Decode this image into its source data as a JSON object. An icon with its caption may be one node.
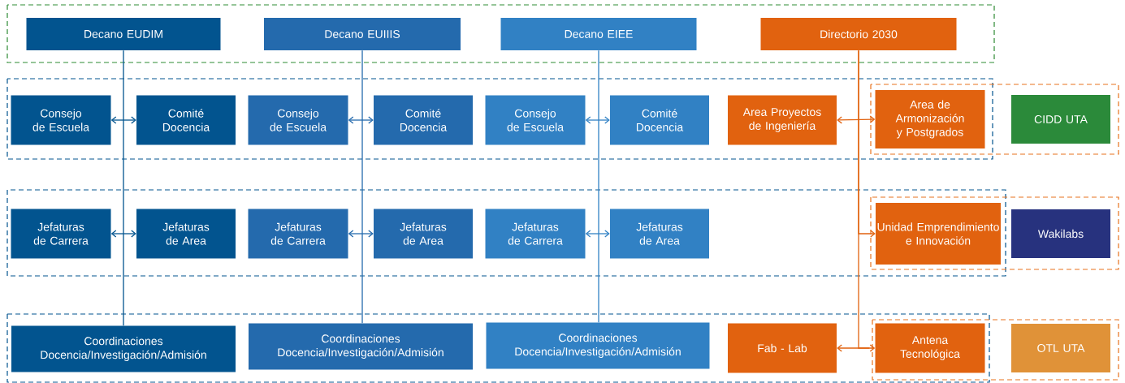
{
  "diagram": {
    "nodes": [
      {
        "text": [
          "Decano EUDIM"
        ]
      },
      {
        "text": [
          "Decano EUIIIS"
        ]
      },
      {
        "text": [
          "Decano EIEE"
        ]
      },
      {
        "text": [
          "Directorio 2030"
        ]
      },
      {
        "text": [
          "Consejo de Escuela"
        ]
      },
      {
        "text": [
          "Comité Docencia"
        ]
      },
      {
        "text": [
          "Consejo de Escuela"
        ]
      },
      {
        "text": [
          "Comité Docencia"
        ]
      },
      {
        "text": [
          "Consejo de Escuela"
        ]
      },
      {
        "text": [
          "Comité Docencia"
        ]
      },
      {
        "text": [
          "Area Proyectos de Ingeniería"
        ]
      },
      {
        "text": [
          "Area de Armonización y Postgrados"
        ]
      },
      {
        "text": [
          "CIDD UTA"
        ]
      },
      {
        "text": [
          "Jefaturas de Carrera"
        ]
      },
      {
        "text": [
          "Jefaturas de Area"
        ]
      },
      {
        "text": [
          "Jefaturas de Carrera"
        ]
      },
      {
        "text": [
          "Jefaturas de Area"
        ]
      },
      {
        "text": [
          "Jefaturas de Carrera"
        ]
      },
      {
        "text": [
          "Jefaturas de Area"
        ]
      },
      {
        "text": [
          "Unidad Emprendimiento e Innovación"
        ]
      },
      {
        "text": [
          "Wakilabs"
        ]
      },
      {
        "text": [
          "Coordinaciones Docencia/Investigación/Admisión"
        ]
      },
      {
        "text": [
          "Coordinaciones Docencia/Investigación/Admisión"
        ]
      },
      {
        "text": [
          "Coordinaciones Docencia/Investigación/Admisión"
        ]
      },
      {
        "text": [
          "Fab - Lab"
        ]
      },
      {
        "text": [
          "Antena Tecnológica"
        ]
      },
      {
        "text": [
          "OTL UTA"
        ]
      }
    ],
    "edges": [
      {
        "from": 0,
        "to": 21,
        "arrow": "none",
        "color": "#02548f"
      },
      {
        "from": 1,
        "to": 22,
        "arrow": "none",
        "color": "#246aad"
      },
      {
        "from": 2,
        "to": 23,
        "arrow": "none",
        "color": "#3181c4"
      },
      {
        "from": 4,
        "to": 5,
        "arrow": "both",
        "color": "#02548f"
      },
      {
        "from": 6,
        "to": 7,
        "arrow": "both",
        "color": "#246aad"
      },
      {
        "from": 8,
        "to": 9,
        "arrow": "both",
        "color": "#3181c4"
      },
      {
        "from": 13,
        "to": 14,
        "arrow": "both",
        "color": "#02548f"
      },
      {
        "from": 15,
        "to": 16,
        "arrow": "both",
        "color": "#246aad"
      },
      {
        "from": 17,
        "to": 18,
        "arrow": "both",
        "color": "#3181c4"
      },
      {
        "from": 10,
        "to": 11,
        "arrow": "both",
        "color": "#e1620f"
      },
      {
        "from": 3,
        "to": 19,
        "arrow": "to",
        "color": "#e1620f"
      },
      {
        "from": 24,
        "to": 25,
        "arrow": "both",
        "color": "#e1620f"
      },
      {
        "from": 3,
        "to": 25,
        "arrow": "none",
        "color": "#e1620f"
      }
    ]
  }
}
